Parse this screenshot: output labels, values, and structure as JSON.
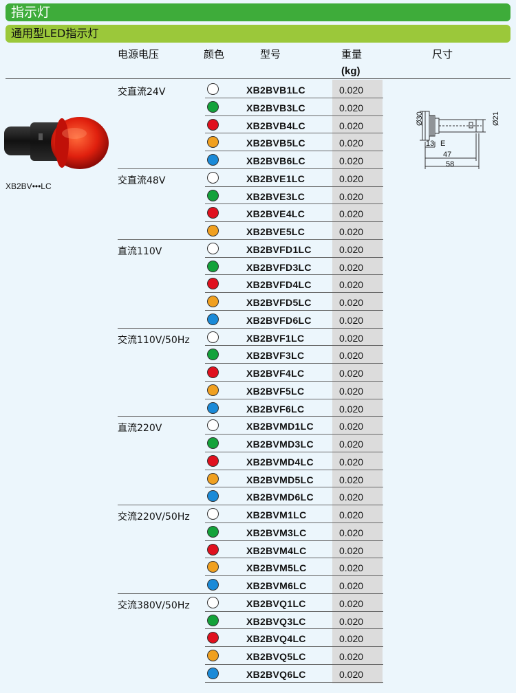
{
  "section_title": "指示灯",
  "subsection_title": "通用型LED指示灯",
  "columns": {
    "voltage": "电源电压",
    "color": "颜色",
    "model": "型号",
    "weight": "重量",
    "weight_unit": "(kg)",
    "dimensions": "尺寸"
  },
  "product_caption": "XB2BV•••LC",
  "colors": {
    "white": "#ffffff",
    "green": "#13a23a",
    "red": "#e0101e",
    "orange": "#f0a020",
    "blue": "#1a8ad8"
  },
  "groups": [
    {
      "voltage": "交直流24V",
      "rows": [
        {
          "color": "white",
          "model": "XB2BVB1LC",
          "weight": "0.020"
        },
        {
          "color": "green",
          "model": "XB2BVB3LC",
          "weight": "0.020"
        },
        {
          "color": "red",
          "model": "XB2BVB4LC",
          "weight": "0.020"
        },
        {
          "color": "orange",
          "model": "XB2BVB5LC",
          "weight": "0.020"
        },
        {
          "color": "blue",
          "model": "XB2BVB6LC",
          "weight": "0.020"
        }
      ]
    },
    {
      "voltage": "交直流48V",
      "rows": [
        {
          "color": "white",
          "model": "XB2BVE1LC",
          "weight": "0.020"
        },
        {
          "color": "green",
          "model": "XB2BVE3LC",
          "weight": "0.020"
        },
        {
          "color": "red",
          "model": "XB2BVE4LC",
          "weight": "0.020"
        },
        {
          "color": "orange",
          "model": "XB2BVE5LC",
          "weight": "0.020"
        }
      ]
    },
    {
      "voltage": "直流110V",
      "rows": [
        {
          "color": "white",
          "model": "XB2BVFD1LC",
          "weight": "0.020"
        },
        {
          "color": "green",
          "model": "XB2BVFD3LC",
          "weight": "0.020"
        },
        {
          "color": "red",
          "model": "XB2BVFD4LC",
          "weight": "0.020"
        },
        {
          "color": "orange",
          "model": "XB2BVFD5LC",
          "weight": "0.020"
        },
        {
          "color": "blue",
          "model": "XB2BVFD6LC",
          "weight": "0.020"
        }
      ]
    },
    {
      "voltage": "交流110V/50Hz",
      "rows": [
        {
          "color": "white",
          "model": "XB2BVF1LC",
          "weight": "0.020"
        },
        {
          "color": "green",
          "model": "XB2BVF3LC",
          "weight": "0.020"
        },
        {
          "color": "red",
          "model": "XB2BVF4LC",
          "weight": "0.020"
        },
        {
          "color": "orange",
          "model": "XB2BVF5LC",
          "weight": "0.020"
        },
        {
          "color": "blue",
          "model": "XB2BVF6LC",
          "weight": "0.020"
        }
      ]
    },
    {
      "voltage": "直流220V",
      "rows": [
        {
          "color": "white",
          "model": "XB2BVMD1LC",
          "weight": "0.020"
        },
        {
          "color": "green",
          "model": "XB2BVMD3LC",
          "weight": "0.020"
        },
        {
          "color": "red",
          "model": "XB2BVMD4LC",
          "weight": "0.020"
        },
        {
          "color": "orange",
          "model": "XB2BVMD5LC",
          "weight": "0.020"
        },
        {
          "color": "blue",
          "model": "XB2BVMD6LC",
          "weight": "0.020"
        }
      ]
    },
    {
      "voltage": "交流220V/50Hz",
      "rows": [
        {
          "color": "white",
          "model": "XB2BVM1LC",
          "weight": "0.020"
        },
        {
          "color": "green",
          "model": "XB2BVM3LC",
          "weight": "0.020"
        },
        {
          "color": "red",
          "model": "XB2BVM4LC",
          "weight": "0.020"
        },
        {
          "color": "orange",
          "model": "XB2BVM5LC",
          "weight": "0.020"
        },
        {
          "color": "blue",
          "model": "XB2BVM6LC",
          "weight": "0.020"
        }
      ]
    },
    {
      "voltage": "交流380V/50Hz",
      "rows": [
        {
          "color": "white",
          "model": "XB2BVQ1LC",
          "weight": "0.020"
        },
        {
          "color": "green",
          "model": "XB2BVQ3LC",
          "weight": "0.020"
        },
        {
          "color": "red",
          "model": "XB2BVQ4LC",
          "weight": "0.020"
        },
        {
          "color": "orange",
          "model": "XB2BVQ5LC",
          "weight": "0.020"
        },
        {
          "color": "blue",
          "model": "XB2BVQ6LC",
          "weight": "0.020"
        }
      ]
    }
  ],
  "drawing": {
    "dim_30": "Ø30",
    "dim_21": "Ø21",
    "dim_13": "13",
    "label_e": "E",
    "dim_47": "47",
    "dim_58": "58"
  }
}
